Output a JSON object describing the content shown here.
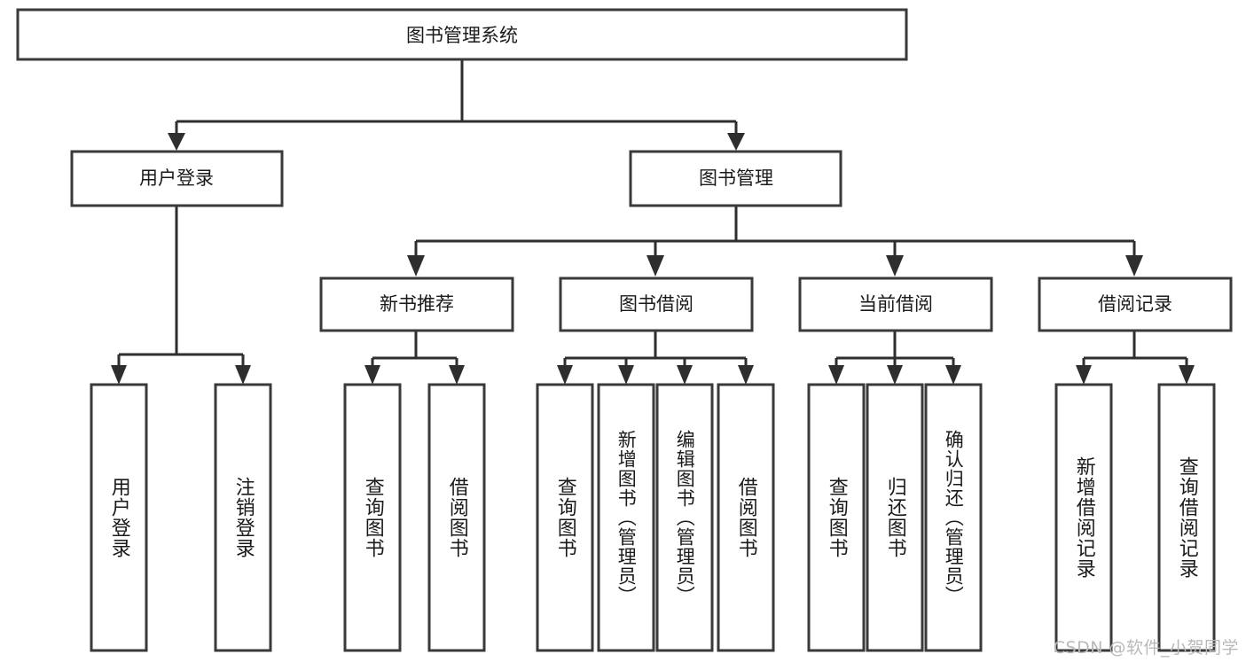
{
  "diagram": {
    "type": "tree",
    "title": "图书管理系统",
    "root": {
      "id": "root",
      "label": "图书管理系统"
    },
    "level2": [
      {
        "id": "user-login",
        "label": "用户登录"
      },
      {
        "id": "book-manage",
        "label": "图书管理"
      }
    ],
    "level3": [
      {
        "id": "new-book-recommend",
        "label": "新书推荐",
        "parent": "book-manage"
      },
      {
        "id": "book-borrow",
        "label": "图书借阅",
        "parent": "book-manage"
      },
      {
        "id": "current-borrow",
        "label": "当前借阅",
        "parent": "book-manage"
      },
      {
        "id": "borrow-record",
        "label": "借阅记录",
        "parent": "book-manage"
      }
    ],
    "leaves": {
      "user-login": [
        {
          "id": "leaf-user-login",
          "label": "用户登录"
        },
        {
          "id": "leaf-logout",
          "label": "注销登录"
        }
      ],
      "new-book-recommend": [
        {
          "id": "leaf-query-book-1",
          "label": "查询图书"
        },
        {
          "id": "leaf-borrow-book-1",
          "label": "借阅图书"
        }
      ],
      "book-borrow": [
        {
          "id": "leaf-query-book-2",
          "label": "查询图书"
        },
        {
          "id": "leaf-add-book",
          "label": "新增图书（管理员）"
        },
        {
          "id": "leaf-edit-book",
          "label": "编辑图书（管理员）"
        },
        {
          "id": "leaf-borrow-book-2",
          "label": "借阅图书"
        }
      ],
      "current-borrow": [
        {
          "id": "leaf-query-book-3",
          "label": "查询图书"
        },
        {
          "id": "leaf-return-book",
          "label": "归还图书"
        },
        {
          "id": "leaf-confirm-return",
          "label": "确认归还（管理员）"
        }
      ],
      "borrow-record": [
        {
          "id": "leaf-add-record",
          "label": "新增借阅记录"
        },
        {
          "id": "leaf-query-record",
          "label": "查询借阅记录"
        }
      ]
    }
  },
  "watermark": {
    "text": "CSDN @软件_小贺同学"
  },
  "colors": {
    "box_stroke": "#3a3a3a",
    "connector": "#2e2e2e",
    "text": "#1a1a1a",
    "background": "#ffffff",
    "watermark": "#b9b9b9"
  }
}
